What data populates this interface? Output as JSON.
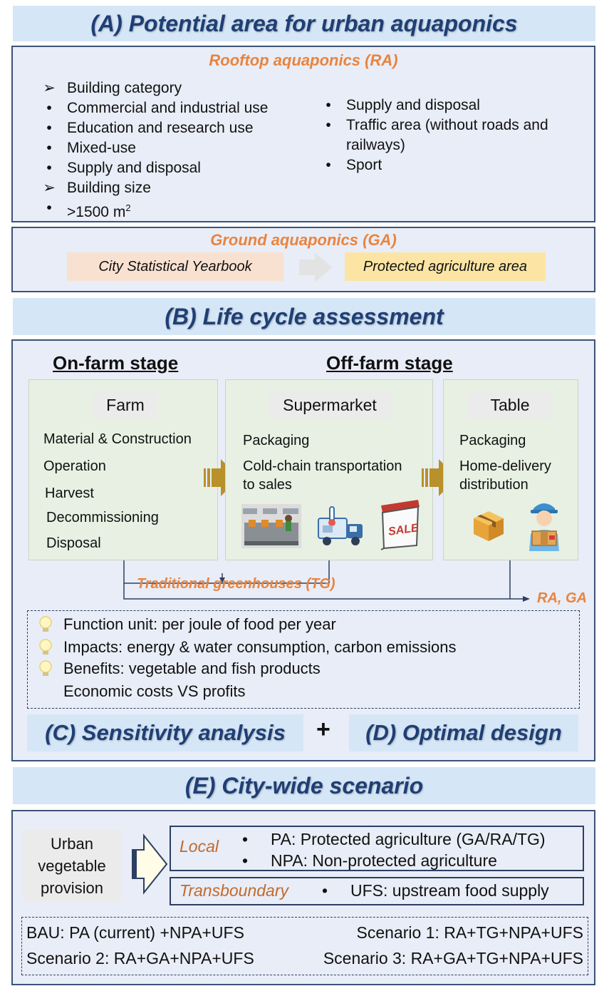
{
  "sectionA": {
    "title": "(A) Potential area for urban aquaponics",
    "rooftop": {
      "title": "Rooftop aquaponics (RA)",
      "left_items": [
        {
          "marker": "➢",
          "text": "Building category"
        },
        {
          "marker": "•",
          "text": "Commercial and industrial use"
        },
        {
          "marker": "•",
          "text": "Education and research use"
        },
        {
          "marker": "•",
          "text": "Mixed-use"
        },
        {
          "marker": "•",
          "text": "Supply and disposal"
        },
        {
          "marker": "➢",
          "text": "Building size"
        },
        {
          "marker": "•",
          "text": ">1500 m"
        }
      ],
      "size_superscript": "2",
      "right_items": [
        {
          "marker": "•",
          "text": "Supply and disposal"
        },
        {
          "marker": "•",
          "text": "Traffic area (without roads and"
        },
        {
          "marker": "",
          "text": "railways)"
        },
        {
          "marker": "•",
          "text": "Sport"
        }
      ]
    },
    "ground": {
      "title": "Ground aquaponics (GA)",
      "source": "City Statistical Yearbook",
      "target": "Protected agriculture area",
      "source_color": "#f9e1d1",
      "target_color": "#fce5a4"
    }
  },
  "sectionB": {
    "title": "(B) Life cycle assessment",
    "on_farm_label": "On-farm stage",
    "off_farm_label": "Off-farm stage",
    "farm": {
      "head": "Farm",
      "items": [
        "Material & Construction",
        "Operation",
        "Harvest",
        "Decommissioning",
        "Disposal"
      ]
    },
    "supermarket": {
      "head": "Supermarket",
      "items": [
        "Packaging",
        "Cold-chain transportation",
        "to sales"
      ],
      "sale_sign": "SALE"
    },
    "table": {
      "head": "Table",
      "items": [
        "Packaging",
        "Home-delivery",
        "distribution"
      ]
    },
    "tg_label": "Traditional greenhouses (TG)",
    "ra_ga_label": "RA, GA",
    "notes": [
      {
        "icon": "lightbulb-icon",
        "text": "Function unit: per joule of food per year"
      },
      {
        "icon": "lightbulb-icon",
        "text": "Impacts: energy & water consumption, carbon emissions"
      },
      {
        "icon": "lightbulb-icon",
        "text": "Benefits: vegetable and fish products"
      },
      {
        "icon": "",
        "text": "Economic costs VS profits"
      }
    ],
    "sensitivity": "(C) Sensitivity analysis",
    "plus": "+",
    "optimal": "(D) Optimal design"
  },
  "sectionE": {
    "title": "(E) City-wide scenario",
    "provision": [
      "Urban",
      "vegetable",
      "provision"
    ],
    "local_label": "Local",
    "local_items": [
      "PA: Protected agriculture (GA/RA/TG)",
      "NPA: Non-protected agriculture"
    ],
    "trans_label": "Transboundary",
    "trans_item": "UFS: upstream food supply",
    "bullet": "•",
    "scenarios": {
      "bau": "BAU: PA (current) +NPA+UFS",
      "s1": "Scenario 1: RA+TG+NPA+UFS",
      "s2": "Scenario 2: RA+GA+NPA+UFS",
      "s3": "Scenario 3: RA+GA+TG+NPA+UFS"
    }
  },
  "colors": {
    "header_bg": "#d5e6f7",
    "header_text": "#1f3f74",
    "frame_border": "#3c5377",
    "accent_orange": "#e8843f",
    "arrow_gold": "#b8912a"
  }
}
